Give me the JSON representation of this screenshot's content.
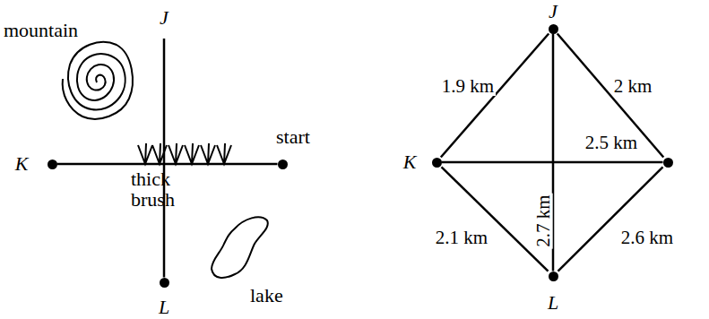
{
  "diagram": {
    "nodes": [
      {
        "text": [
          "J"
        ]
      },
      {
        "text": [
          "K"
        ]
      },
      {
        "text": [
          "start"
        ]
      },
      {
        "text": [
          "L"
        ]
      },
      {
        "text": [
          "J"
        ]
      },
      {
        "text": [
          "K"
        ]
      },
      {
        "text": []
      },
      {
        "text": [
          "L"
        ]
      }
    ],
    "edges": [
      {
        "from": 0,
        "to": 3,
        "arrow": "none"
      },
      {
        "from": 1,
        "to": 2,
        "arrow": "none"
      },
      {
        "from": 4,
        "to": 5,
        "label": "1.9 km",
        "arrow": "none"
      },
      {
        "from": 4,
        "to": 6,
        "label": "2 km",
        "arrow": "none"
      },
      {
        "from": 5,
        "to": 6,
        "label": "2.5 km",
        "arrow": "none"
      },
      {
        "from": 4,
        "to": 7,
        "label": "2.7 km",
        "arrow": "none"
      },
      {
        "from": 5,
        "to": 7,
        "label": "2.1 km",
        "arrow": "none"
      },
      {
        "from": 7,
        "to": 6,
        "label": "2.6 km",
        "arrow": "none"
      }
    ],
    "labels": [
      "mountain",
      "thick brush",
      "lake"
    ]
  }
}
